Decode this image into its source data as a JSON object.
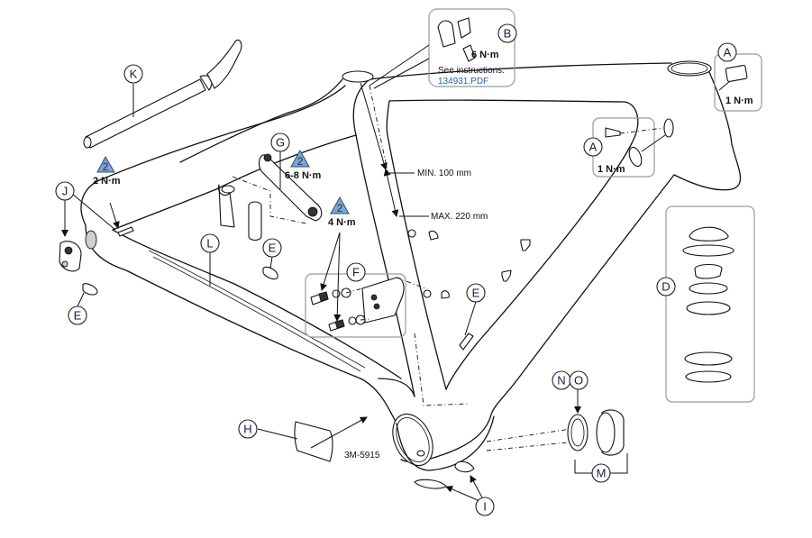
{
  "title": "Bicycle frame exploded parts diagram",
  "callouts": {
    "A_top": "A",
    "A_mid": "A",
    "B": "B",
    "D": "D",
    "E_left": "E",
    "E_mid": "E",
    "E_right": "E",
    "F": "F",
    "G": "G",
    "H": "H",
    "I": "I",
    "J": "J",
    "K": "K",
    "L": "L",
    "M": "M",
    "N": "N",
    "O": "O"
  },
  "torques": {
    "B": "6 N·m",
    "A_top": "1 N·m",
    "A_mid": "1 N·m",
    "J_bolt": "2 N·m",
    "G_clamp": "6-8 N·m",
    "F_bolts": "4 N·m"
  },
  "warnings": {
    "J_bolt": "2",
    "G_clamp": "2",
    "F_bolts": "2"
  },
  "notes": {
    "see_instructions": "See instructions:",
    "pdf_link": "134931.PDF",
    "min_insertion": "MIN. 100 mm",
    "max_insertion": "MAX. 220 mm",
    "tape_part": "3M-5915"
  },
  "colors": {
    "link": "#2b62a8",
    "warning_fill": "#7fa4cf",
    "box_stroke": "#9a9a9a"
  }
}
